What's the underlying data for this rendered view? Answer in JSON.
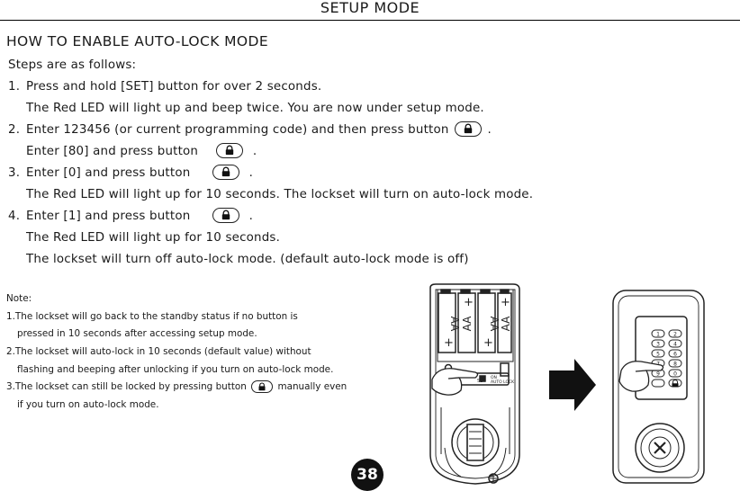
{
  "header": {
    "title": "SETUP  MODE"
  },
  "section_title": "HOW  TO  ENABLE  AUTO-LOCK  MODE",
  "steps": {
    "intro": "Steps  are  as  follows:",
    "s1_num": "1.",
    "s1_a": "Press  and  hold  [SET]  button  for  over  2  seconds.",
    "s1_b": "The  Red  LED  will  light  up  and  beep  twice.  You  are  now  under  setup  mode.",
    "s2_num": "2.",
    "s2_a": "Enter  123456  (or  current  programming  code)  and  then  press  button",
    "s2_b": "Enter  [80]  and  press  button",
    "s3_num": "3.",
    "s3_a": "Enter  [0]  and  press  button",
    "s3_b": "The  Red  LED  will  light  up  for  10  seconds.  The  lockset  will  turn  on  auto-lock  mode.",
    "s4_num": "4.",
    "s4_a": "Enter  [1]  and  press  button",
    "s4_b": "The  Red  LED  will  light  up  for  10  seconds.",
    "s4_c": "The  lockset  will  turn  off  auto-lock  mode.  (default  auto-lock  mode  is  off)",
    "period": "."
  },
  "note": {
    "title": "Note:",
    "n1_a": "1.The  lockset  will  go  back  to  the  standby  status  if  no  button  is",
    "n1_b": "pressed  in  10  seconds  after  accessing  setup  mode.",
    "n2_a": "2.The  lockset  will  auto-lock  in  10  seconds  (default  value)  without",
    "n2_b": "flashing  and  beeping  after  unlocking  if  you  turn  on  auto-lock  mode.",
    "n3_a": "3.The  lockset  can  still  be  locked  by  pressing  button",
    "n3_a2": "manually  even",
    "n3_b": "if  you  turn  on  auto-lock  mode."
  },
  "illustration": {
    "battery_label": "AA",
    "set_label": "SET",
    "switch_label_1": "ON",
    "switch_label_2": "AUTO LOCK",
    "keys": [
      "1",
      "2",
      "3",
      "4",
      "5",
      "6",
      "7",
      "8",
      "9",
      "0"
    ]
  },
  "page_number": "38",
  "icons": {
    "lock_button": "lock-icon",
    "arrow": "arrow-right-icon",
    "hand": "hand-icon"
  }
}
